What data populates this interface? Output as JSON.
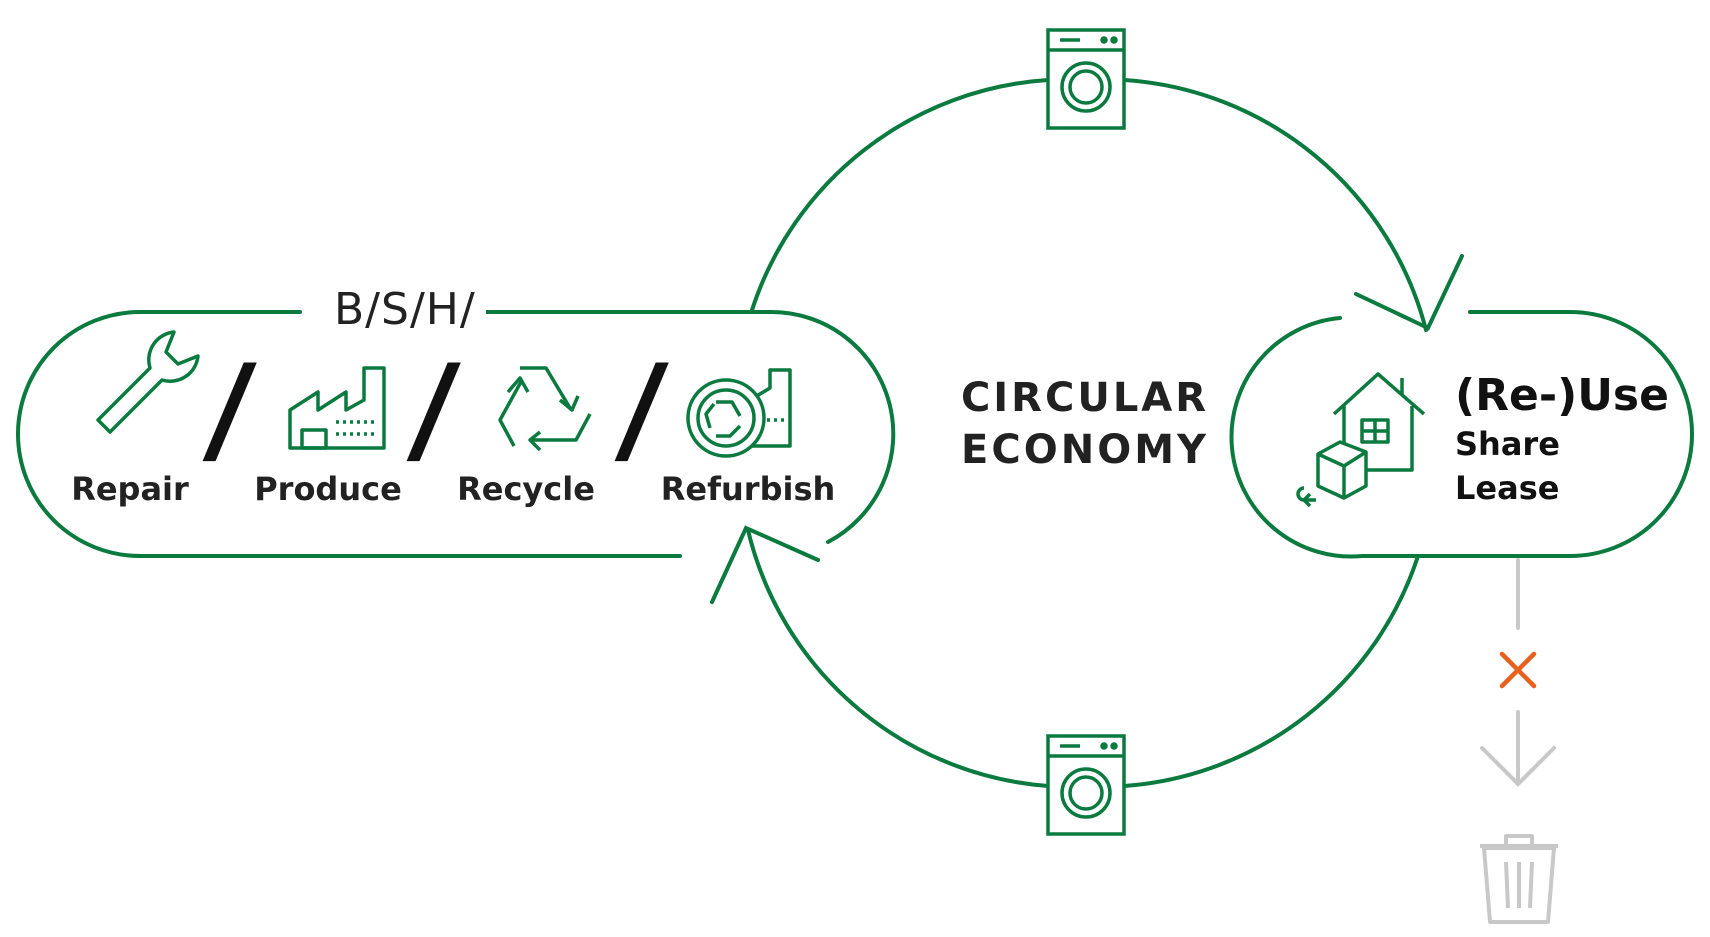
{
  "brand": {
    "label": "B/S/H/"
  },
  "center": {
    "line1": "CIRCULAR",
    "line2": "ECONOMY"
  },
  "stages": [
    {
      "label": "Repair",
      "icon": "wrench-icon"
    },
    {
      "label": "Produce",
      "icon": "factory-icon"
    },
    {
      "label": "Recycle",
      "icon": "recycle-icon"
    },
    {
      "label": "Refurbish",
      "icon": "refurbish-factory-icon"
    }
  ],
  "separator": "/",
  "reuse": {
    "title": "(Re-)Use",
    "line1": "Share",
    "line2": "Lease"
  },
  "colors": {
    "green": "#0a7a3e",
    "orange": "#e8601c",
    "gray": "#c8c8c8",
    "text": "#222222"
  }
}
